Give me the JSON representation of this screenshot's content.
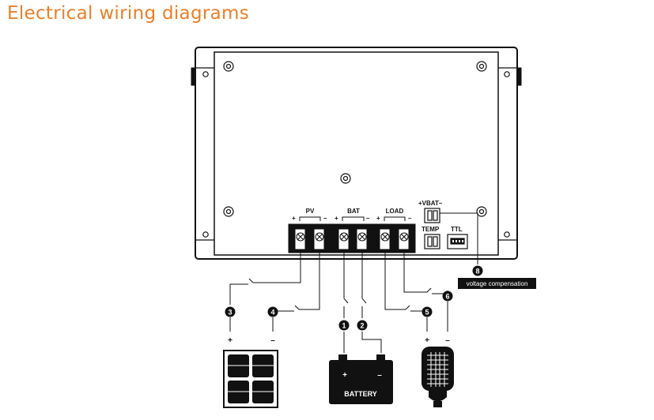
{
  "header": {
    "title": "Electrical wiring diagrams"
  },
  "terminals": {
    "pv": "PV",
    "bat": "BAT",
    "load": "LOAD",
    "vbat": "+VBAT–",
    "temp": "TEMP",
    "ttl": "TTL",
    "plus": "+",
    "minus": "–"
  },
  "callouts": [
    "1",
    "2",
    "3",
    "4",
    "5",
    "6",
    "8"
  ],
  "voltage_compensation": "voltage compensation",
  "battery": {
    "label": "BATTERY",
    "plus": "+",
    "minus": "–"
  },
  "wire_signs": {
    "plus": "+",
    "minus": "–"
  }
}
